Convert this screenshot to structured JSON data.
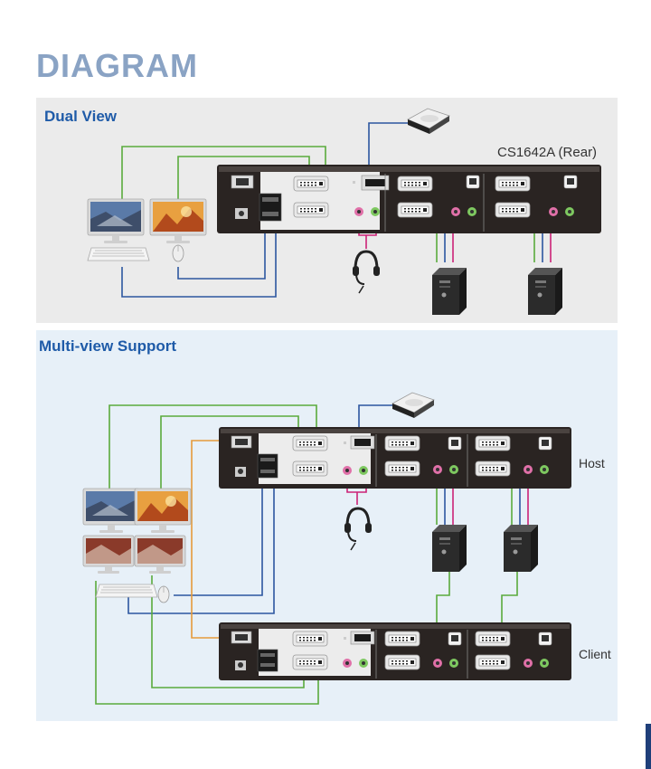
{
  "page": {
    "title": "DIAGRAM"
  },
  "sections": [
    {
      "title": "Dual View",
      "device_label": "CS1642A (Rear)"
    },
    {
      "title": "Multi-view Support",
      "host_label": "Host",
      "client_label": "Client"
    }
  ],
  "colors": {
    "title": "#8aa3c4",
    "section_title": "#1f5ba8",
    "cable_green": "#5aab3c",
    "cable_blue": "#2c56a0",
    "cable_pink": "#cc2277",
    "cable_orange": "#e59a3a",
    "device_body": "#2a2422"
  },
  "icons": [
    "monitor-icon",
    "keyboard-icon",
    "mouse-icon",
    "headset-icon",
    "usb-drive-icon",
    "computer-tower-icon",
    "kvm-switch-icon"
  ]
}
